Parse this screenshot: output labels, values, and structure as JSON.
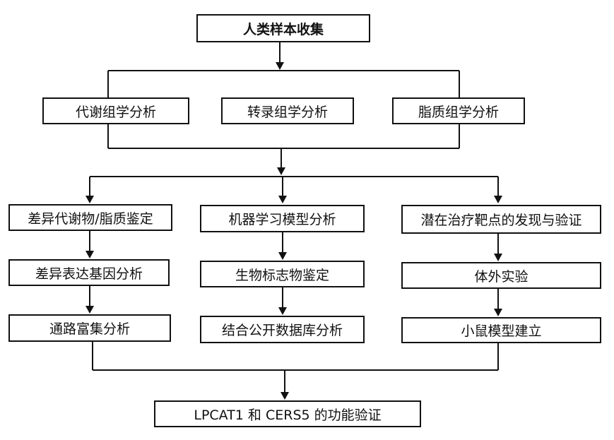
{
  "diagram": {
    "top": "人类样本收集",
    "omics": [
      "代谢组学分析",
      "转录组学分析",
      "脂质组学分析"
    ],
    "columns": [
      [
        "差异代谢物/脂质鉴定",
        "差异表达基因分析",
        "通路富集分析"
      ],
      [
        "机器学习模型分析",
        "生物标志物鉴定",
        "结合公开数据库分析"
      ],
      [
        "潜在治疗靶点的发现与验证",
        "体外实验",
        "小鼠模型建立"
      ]
    ],
    "bottom": "LPCAT1 和 CERS5 的功能验证"
  }
}
